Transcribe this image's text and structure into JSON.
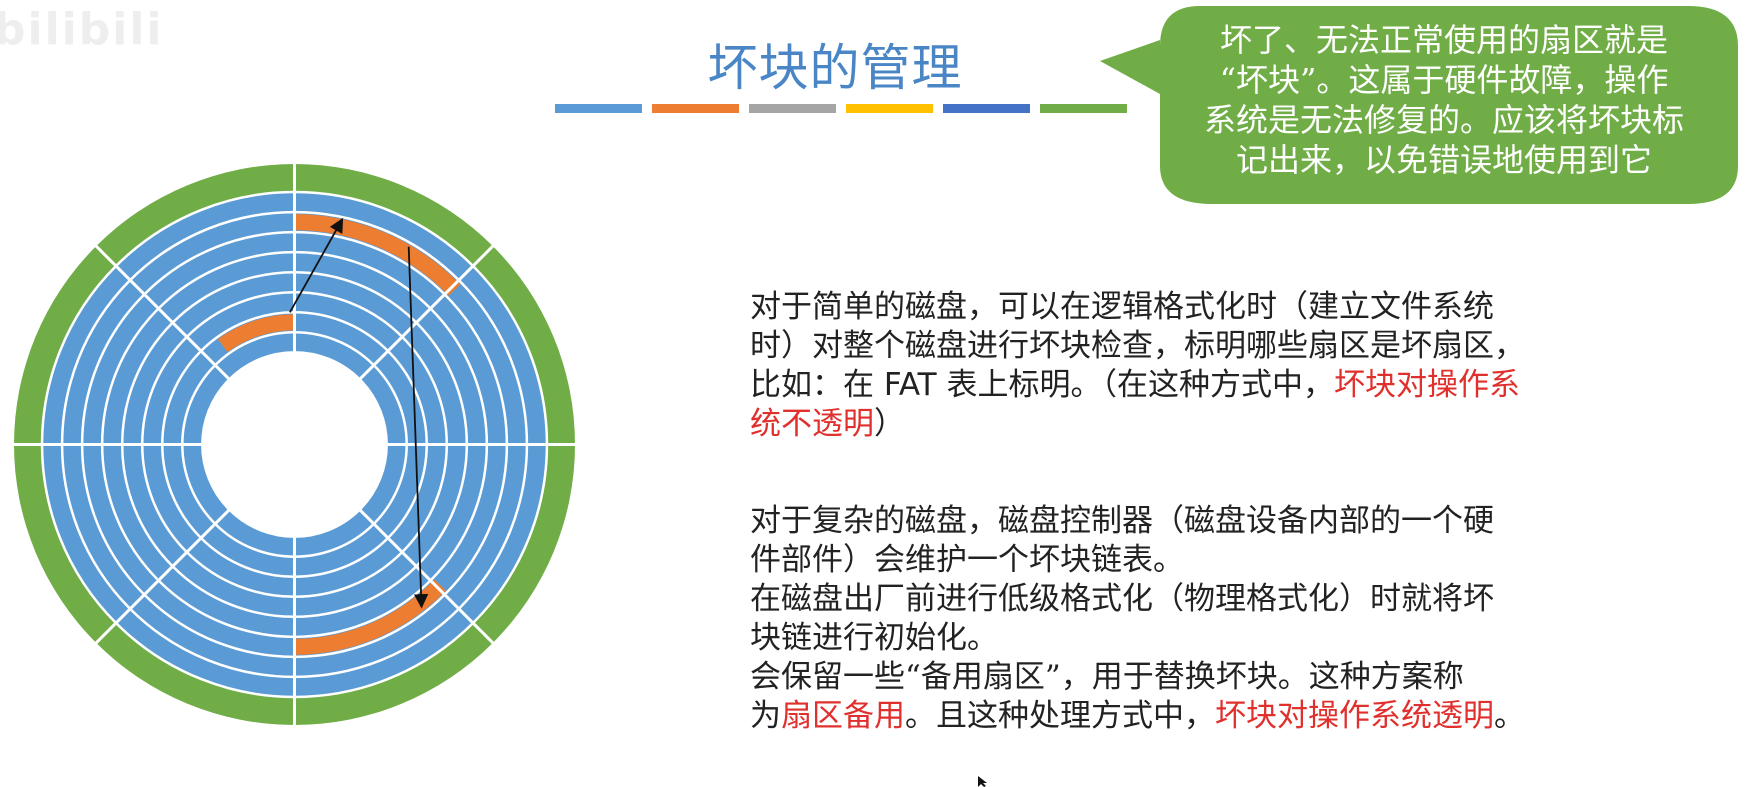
{
  "watermark": "bilibili",
  "title": "坏块的管理",
  "title_bar_colors": [
    "#5b9bd5",
    "#ed7d31",
    "#a5a5a5",
    "#ffc000",
    "#4472c4",
    "#70ad47"
  ],
  "callout": {
    "color": "#70ad47",
    "lines": [
      "坏了、无法正常使用的扇区就是",
      "“坏块”。这属于硬件故障，操作",
      "系统是无法修复的。应该将坏块标",
      "记出来，以免错误地使用到它"
    ]
  },
  "disk": {
    "track_color": "#5b9bd5",
    "outer_ring_color": "#70ad47",
    "bad_sector_color": "#ed7d31",
    "separator_color": "#ffffff",
    "arrow_color": "#111111"
  },
  "paragraph1": {
    "line1": "对于简单的磁盘，可以在逻辑格式化时（建立文件系统",
    "line2": "时）对整个磁盘进行坏块检查，标明哪些扇区是坏扇区，",
    "line3_a": "比如：在 ",
    "line3_fat": "FAT",
    "line3_b": " 表上标明。（在这种方式中，",
    "line3_red": "坏块对操作系",
    "line4_red": "统不透明",
    "line4_end": "）"
  },
  "paragraph2": {
    "line1": "对于复杂的磁盘，磁盘控制器（磁盘设备内部的一个硬",
    "line2": "件部件）会维护一个坏块链表。",
    "line3": "在磁盘出厂前进行低级格式化（物理格式化）时就将坏",
    "line4": "块链进行初始化。",
    "line5": "会保留一些“备用扇区”，用于替换坏块。这种方案称",
    "line6_a": "为",
    "line6_red1": "扇区备用",
    "line6_b": "。且这种处理方式中，",
    "line6_red2": "坏块对操作系统透明",
    "line6_c": "。"
  }
}
